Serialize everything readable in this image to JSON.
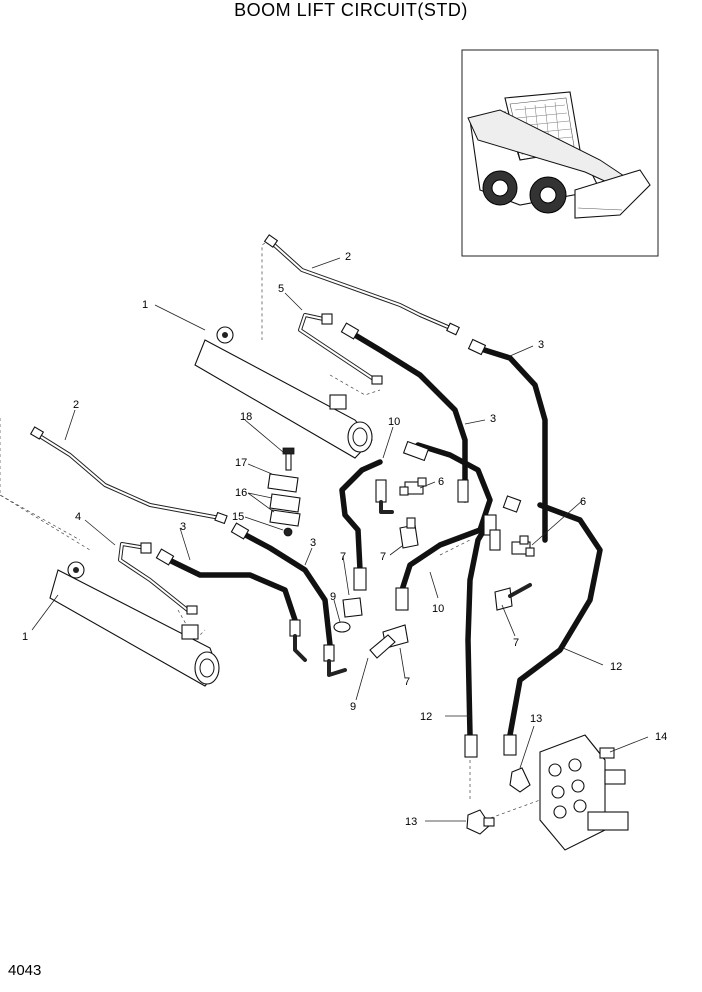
{
  "title": "BOOM LIFT CIRCUIT(STD)",
  "page_number": "4043",
  "callouts": {
    "c1a": "1",
    "c1b": "1",
    "c2a": "2",
    "c2b": "2",
    "c3a": "3",
    "c3b": "3",
    "c3c": "3",
    "c3d": "3",
    "c4": "4",
    "c5": "5",
    "c6a": "6",
    "c6b": "6",
    "c7a": "7",
    "c7b": "7",
    "c7c": "7",
    "c7d": "7",
    "c9a": "9",
    "c9b": "9",
    "c10a": "10",
    "c10b": "10",
    "c12a": "12",
    "c12b": "12",
    "c13a": "13",
    "c13b": "13",
    "c14": "14",
    "c15": "15",
    "c16": "16",
    "c17": "17",
    "c18": "18"
  }
}
